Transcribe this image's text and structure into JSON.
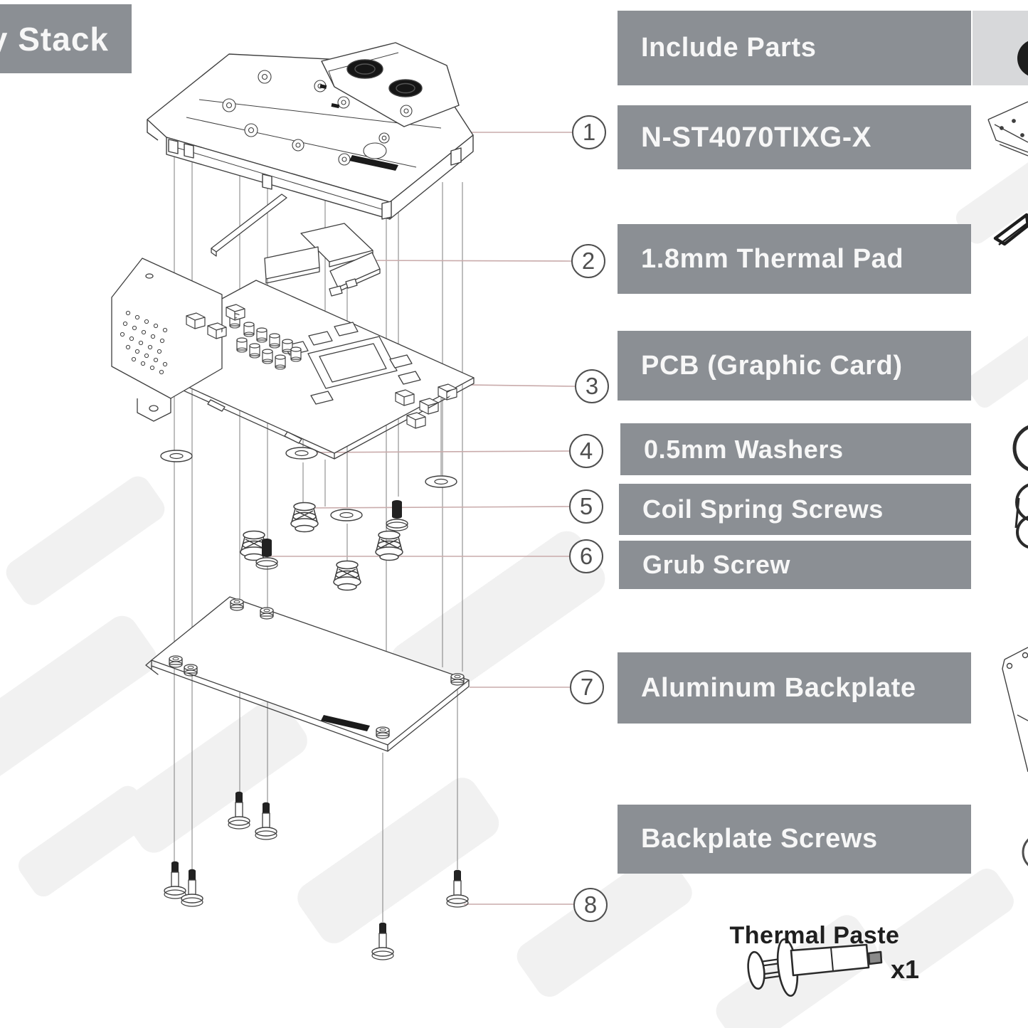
{
  "header": {
    "stack_title_partial": "bly Stack",
    "include_parts": "Include Parts"
  },
  "parts": [
    {
      "number": "1",
      "label": "N-ST4070TIXG-X"
    },
    {
      "number": "2",
      "label": "1.8mm Thermal Pad"
    },
    {
      "number": "3",
      "label": "PCB (Graphic Card)"
    },
    {
      "number": "4",
      "label": "0.5mm Washers"
    },
    {
      "number": "5",
      "label": "Coil Spring Screws"
    },
    {
      "number": "6",
      "label": "Grub Screw"
    },
    {
      "number": "7",
      "label": "Aluminum Backplate"
    },
    {
      "number": "8",
      "label": "Backplate Screws"
    }
  ],
  "thermal_paste": {
    "label": "Thermal Paste",
    "quantity": "x1"
  },
  "colors": {
    "box_gray": "#8b8f94",
    "box_light_gray": "#d7d8da",
    "label_text": "#f7f7f7",
    "line_art": "#3f3f3f",
    "leader_line": "#c9abab",
    "circle_number": "#4f4f4f",
    "dark_fill": "#1b1b1b",
    "watermark": "#ececec"
  },
  "diagram": {
    "description": "Exploded assembly stack of a GPU water block: block, thermal pads, PCB, washers, coil spring screws, grub screws, aluminum backplate, backplate screws"
  }
}
